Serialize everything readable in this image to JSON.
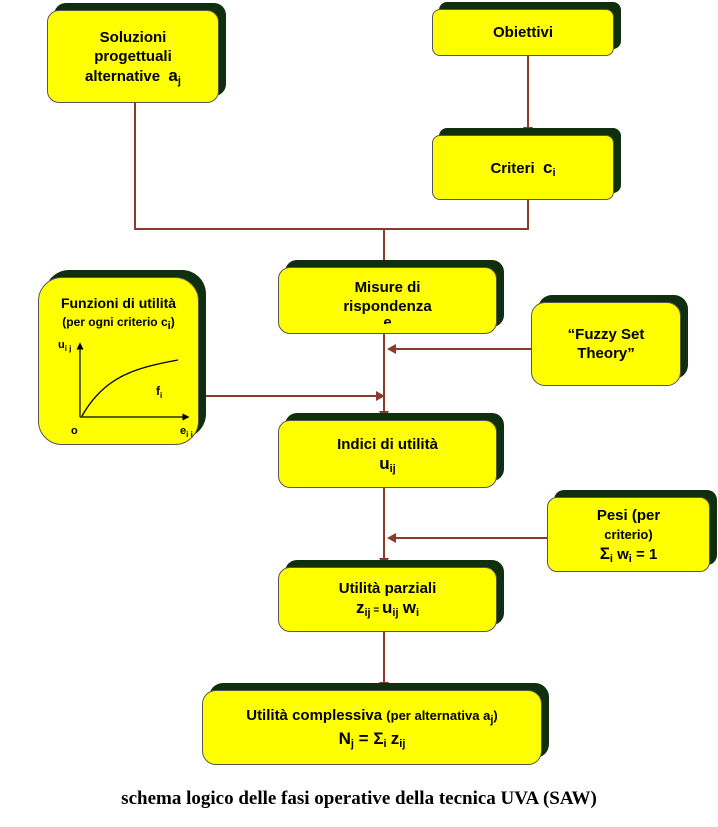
{
  "nodes": {
    "soluzioni": {
      "line1": "Soluzioni",
      "line2": "progettuali",
      "line3": "alternative",
      "symbol": "a",
      "sub": "j"
    },
    "obiettivi": {
      "label": "Obiettivi"
    },
    "criteri": {
      "label": "Criteri",
      "symbol": "c",
      "sub": "i"
    },
    "funzioni": {
      "title": "Funzioni di utilità",
      "subtitle_pre": "(per ogni criterio c",
      "subtitle_sub": "i",
      "subtitle_post": ")",
      "axis_y": "u",
      "axis_y_sub": "i j",
      "axis_x": "e",
      "axis_x_sub": "i j",
      "origin": "o",
      "curve_label": "f",
      "curve_label_sub": "i"
    },
    "misure": {
      "line1": "Misure di",
      "line2": "rispondenza",
      "line3": "e"
    },
    "fuzzy": {
      "line1": "“Fuzzy Set",
      "line2": "Theory”"
    },
    "indici": {
      "label": "Indici di utilità",
      "symbol": "u",
      "sub": "ij"
    },
    "pesi": {
      "line1": "Pesi  (per",
      "line2": "criterio)",
      "sum": "Σ",
      "sum_sub": "i",
      "w": "w",
      "w_sub": "i",
      "eq": " = 1"
    },
    "parziali": {
      "label": "Utilità parziali",
      "z": "z",
      "z_sub": "ij",
      "eq": " = ",
      "u": "u",
      "u_sub": "ij",
      "w": "w",
      "w_sub": "i"
    },
    "complessiva": {
      "label": "Utilità complessiva",
      "note_pre": "(per alternativa a",
      "note_sub": "j",
      "note_post": ")",
      "n": "N",
      "n_sub": "j",
      "eq": " = ",
      "sum": "Σ",
      "sum_sub": "i",
      "z": "z",
      "z_sub": "ij"
    }
  },
  "caption": "schema logico delle fasi operative della tecnica UVA (SAW)",
  "colors": {
    "box_fill": "#ffff00",
    "shadow": "#0f2f0f",
    "connector": "#8b3a2c"
  }
}
